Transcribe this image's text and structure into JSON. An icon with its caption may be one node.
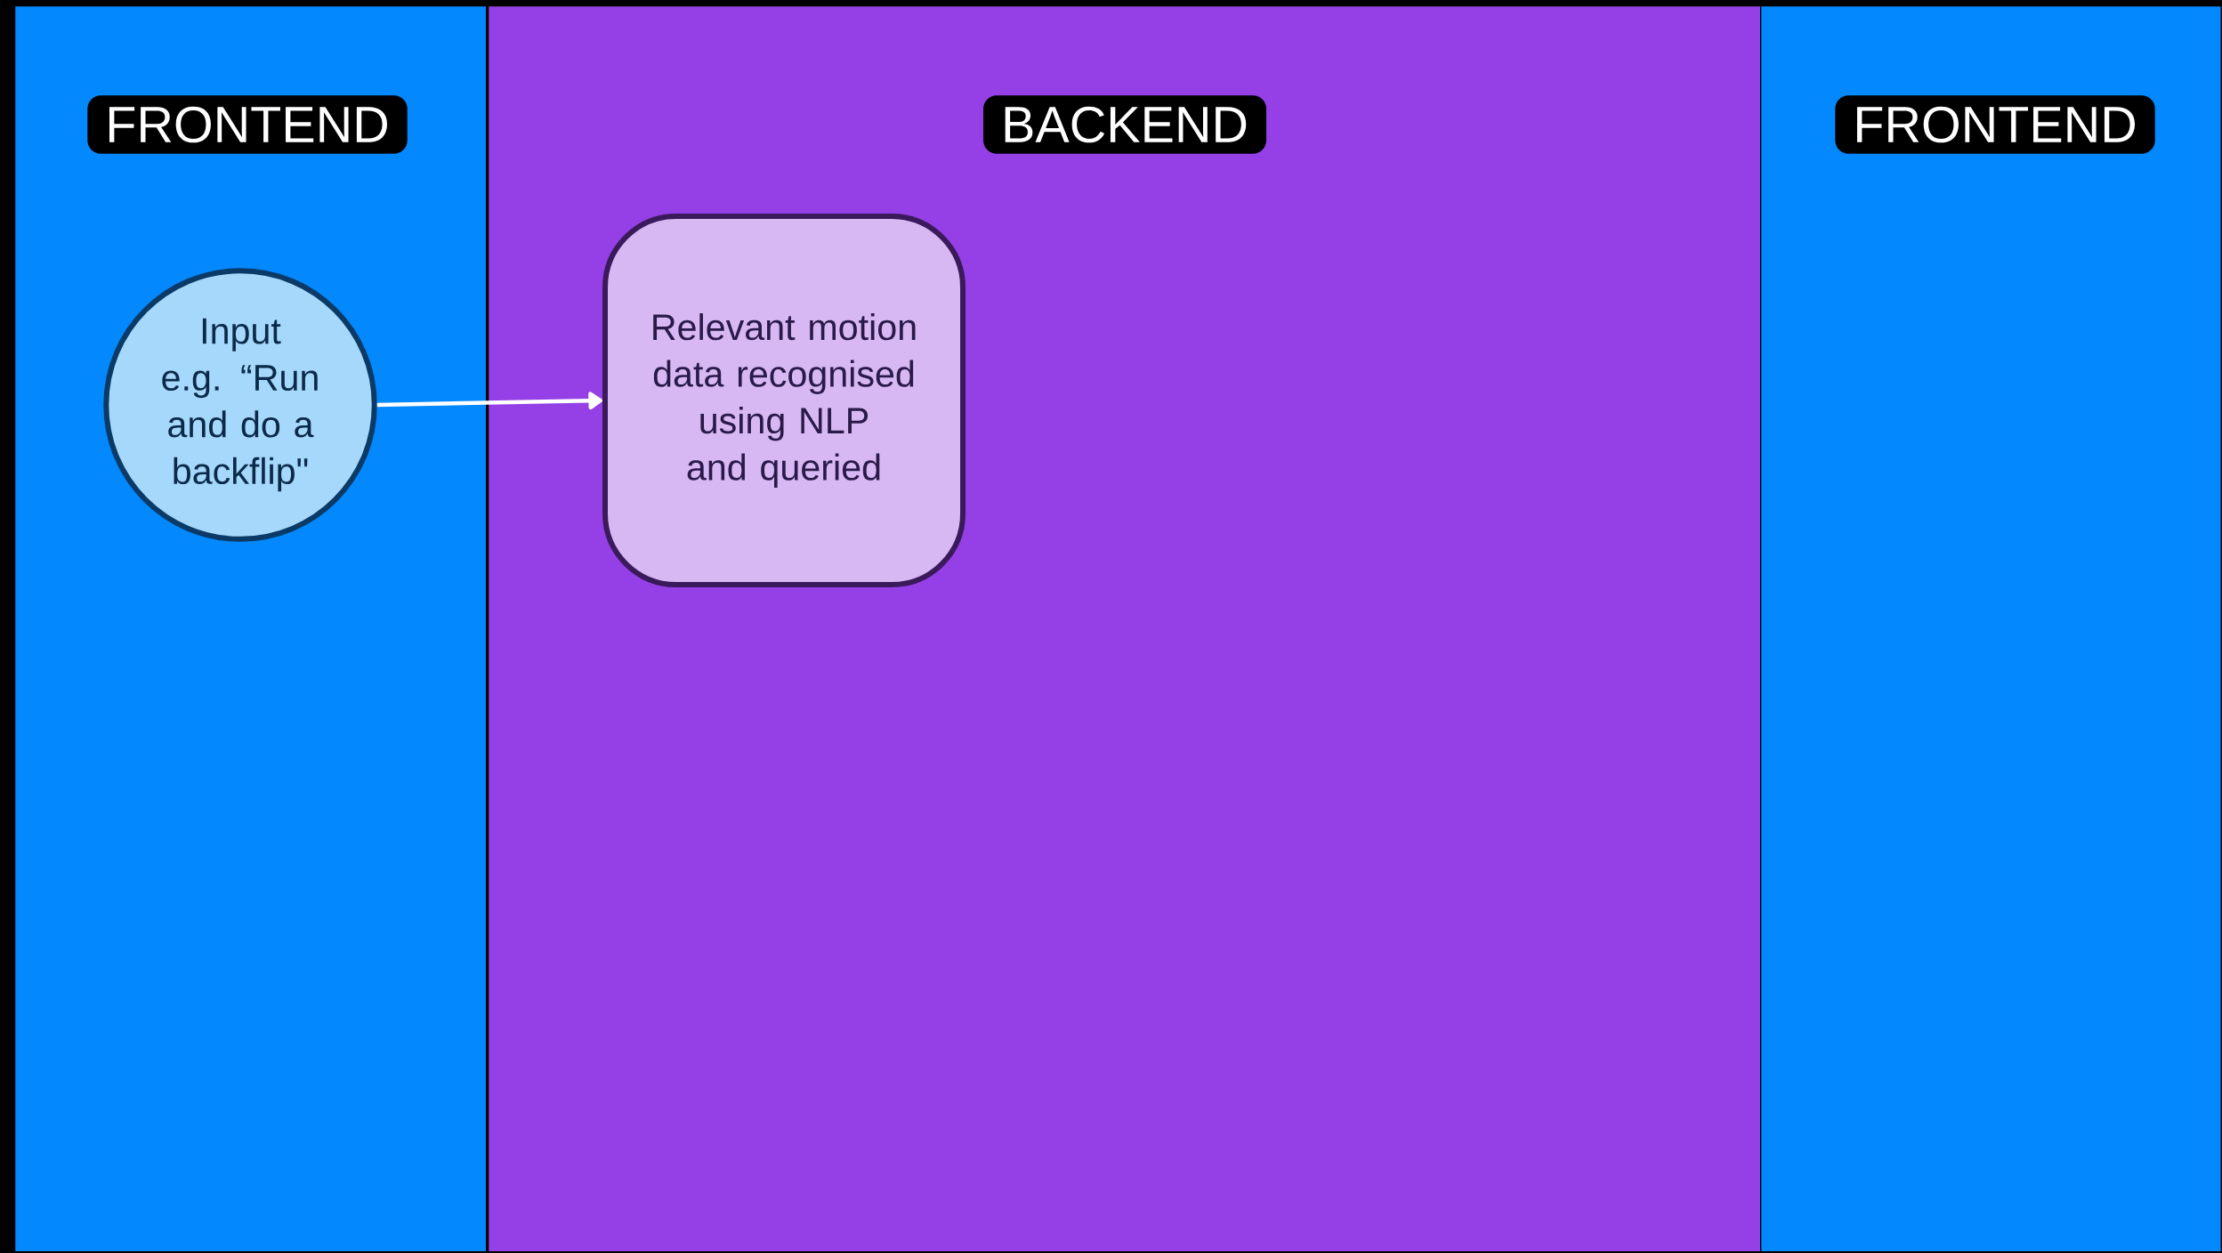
{
  "diagram": {
    "nodes": [
      {
        "text": [
          "FRONTEND"
        ]
      },
      {
        "text": [
          "BACKEND"
        ]
      },
      {
        "text": [
          "FRONTEND"
        ]
      },
      {
        "text": [
          "Input e.g. “Run and do a backflip\""
        ],
        "in": 0
      },
      {
        "text": [
          "Relevant motion data recognised using NLP and queried"
        ],
        "in": 1
      }
    ],
    "edges": [
      {
        "from": 3,
        "to": 4,
        "arrow": "to"
      }
    ]
  }
}
